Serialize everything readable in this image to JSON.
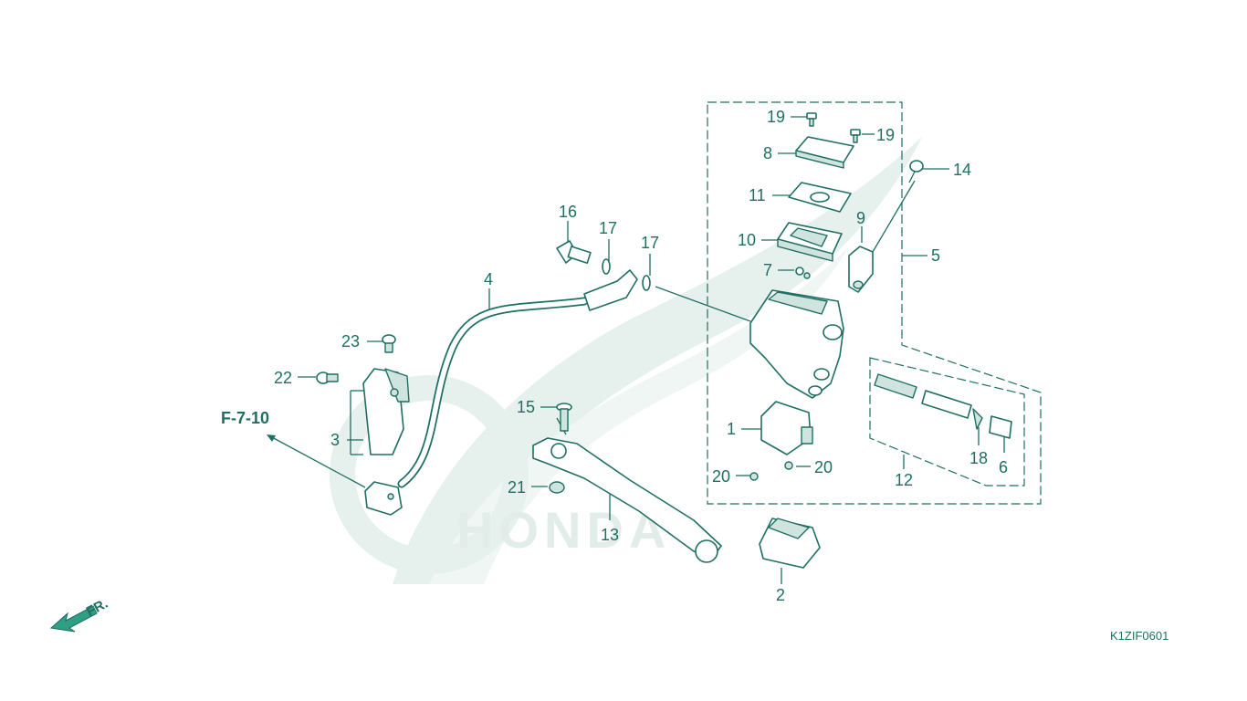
{
  "diagram": {
    "reference_code": "K1ZIF0601",
    "cross_reference": "F-7-10",
    "direction_label": "FR.",
    "watermark_text": "HONDA",
    "colors": {
      "ink": "#1f6f62",
      "watermark": "#e6f0ed",
      "background": "#ffffff"
    },
    "callouts": {
      "c1": "1",
      "c2": "2",
      "c3": "3",
      "c4": "4",
      "c5": "5",
      "c6": "6",
      "c7": "7",
      "c8": "8",
      "c9": "9",
      "c10": "10",
      "c11": "11",
      "c12": "12",
      "c13": "13",
      "c14": "14",
      "c15": "15",
      "c16": "16",
      "c17a": "17",
      "c17b": "17",
      "c18": "18",
      "c19a": "19",
      "c19b": "19",
      "c20a": "20",
      "c20b": "20",
      "c21": "21",
      "c22": "22",
      "c23": "23"
    }
  }
}
